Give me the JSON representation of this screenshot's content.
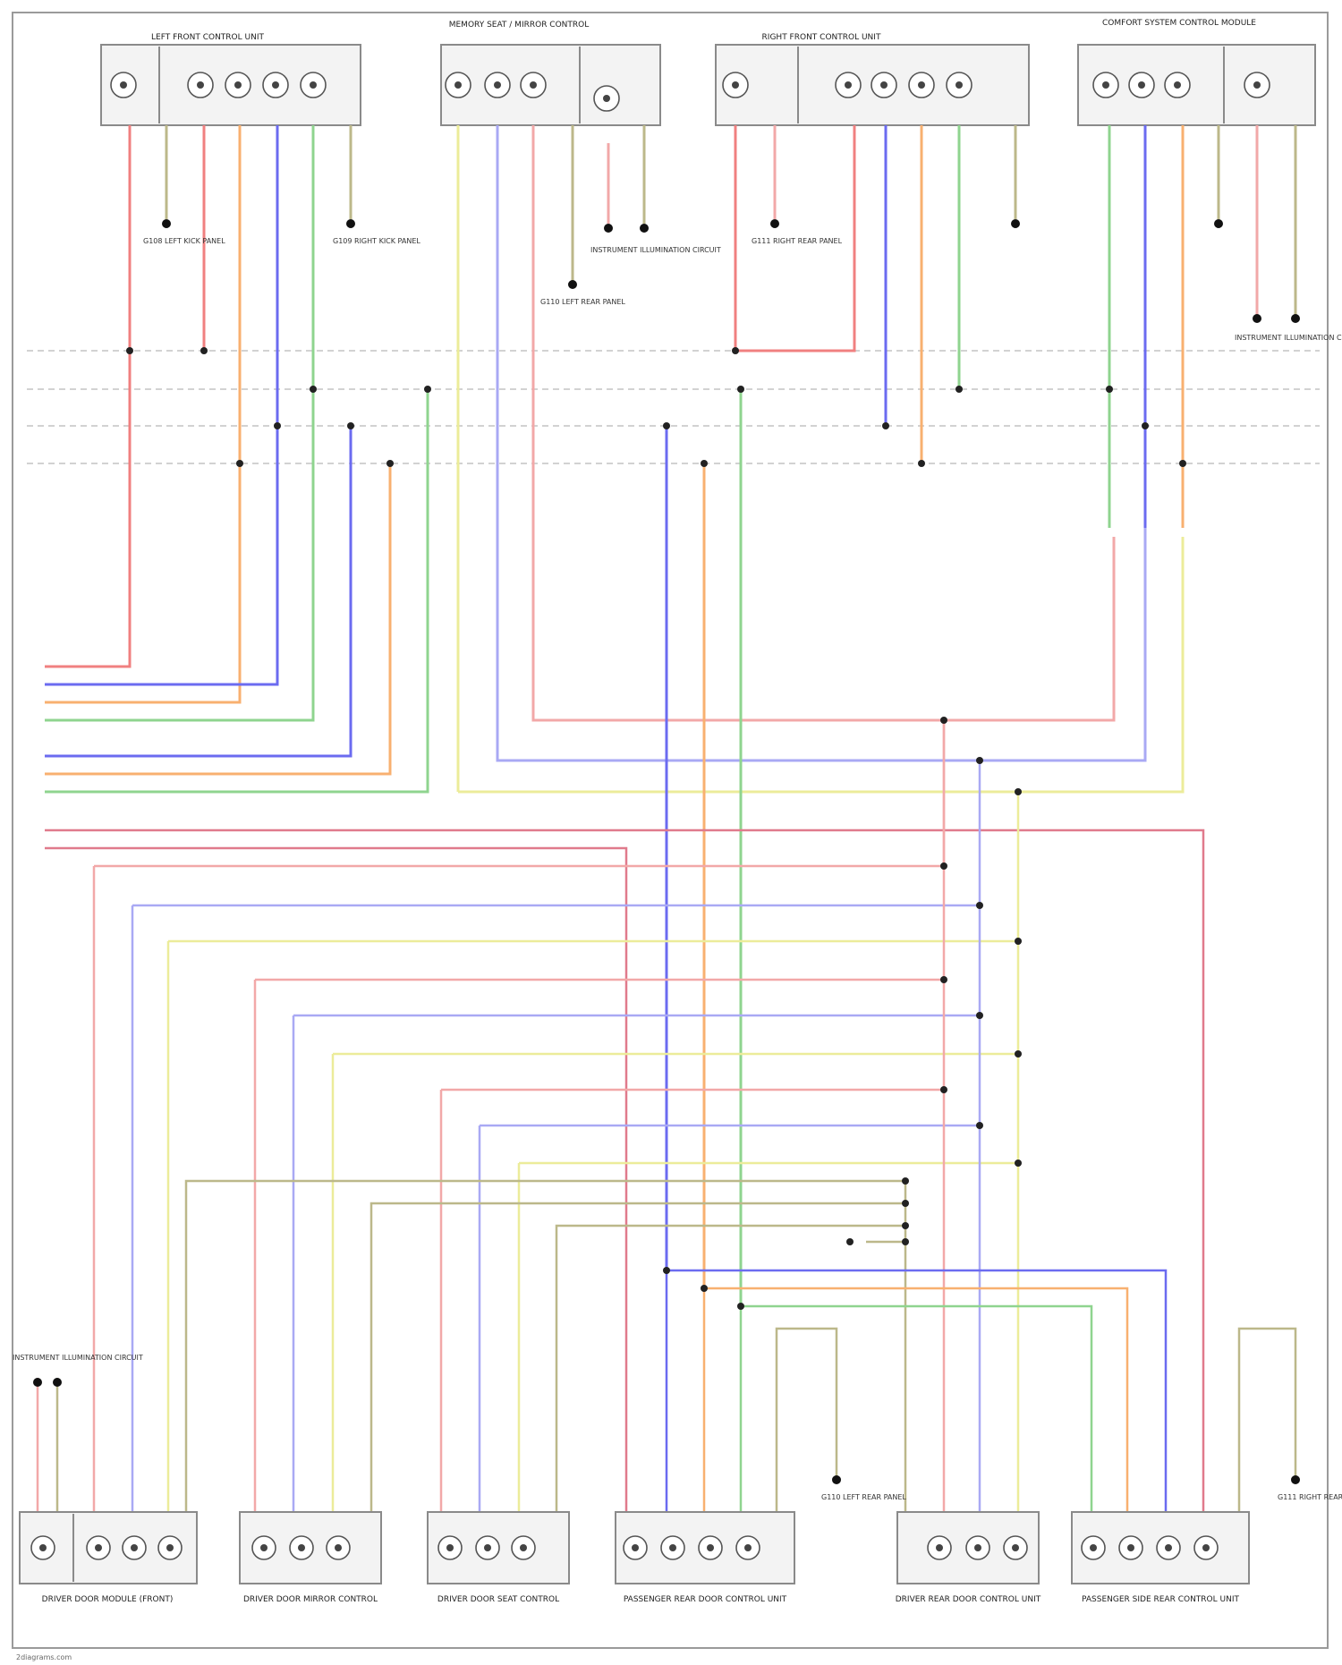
{
  "colors": {
    "red": "#f08080",
    "blue": "#6b6bf0",
    "orange": "#f8b070",
    "green": "#8fd48f",
    "yellow": "#ecec9a",
    "pink": "#f2a8a8",
    "violet": "#a9a9f4",
    "olive": "#bcb88a",
    "darkred": "#e07a8c",
    "lightgreen": "#cfe8a8"
  },
  "top_modules": [
    {
      "name": "LEFT FRONT CONTROL UNIT",
      "pins": 5
    },
    {
      "name": "MEMORY SEAT / MIRROR CONTROL",
      "pins": 4
    },
    {
      "name": "RIGHT FRONT CONTROL UNIT",
      "pins": 5
    },
    {
      "name": "COMFORT SYSTEM CONTROL MODULE",
      "pins": 4
    }
  ],
  "bottom_modules": [
    {
      "name": "DRIVER DOOR MODULE (FRONT)",
      "pins": 4
    },
    {
      "name": "DRIVER DOOR MIRROR CONTROL",
      "pins": 3
    },
    {
      "name": "DRIVER DOOR SEAT CONTROL",
      "pins": 3
    },
    {
      "name": "PASSENGER REAR DOOR CONTROL UNIT",
      "pins": 4
    },
    {
      "name": "DRIVER REAR DOOR CONTROL UNIT",
      "pins": 3
    },
    {
      "name": "PASSENGER SIDE REAR CONTROL UNIT",
      "pins": 4
    }
  ],
  "ground_labels": [
    "G108 LEFT KICK PANEL",
    "G109 RIGHT KICK PANEL",
    "G110 LEFT REAR PANEL",
    "G111 RIGHT REAR PANEL",
    "INSTRUMENT ILLUMINATION CIRCUIT"
  ],
  "footer": "2diagrams.com"
}
